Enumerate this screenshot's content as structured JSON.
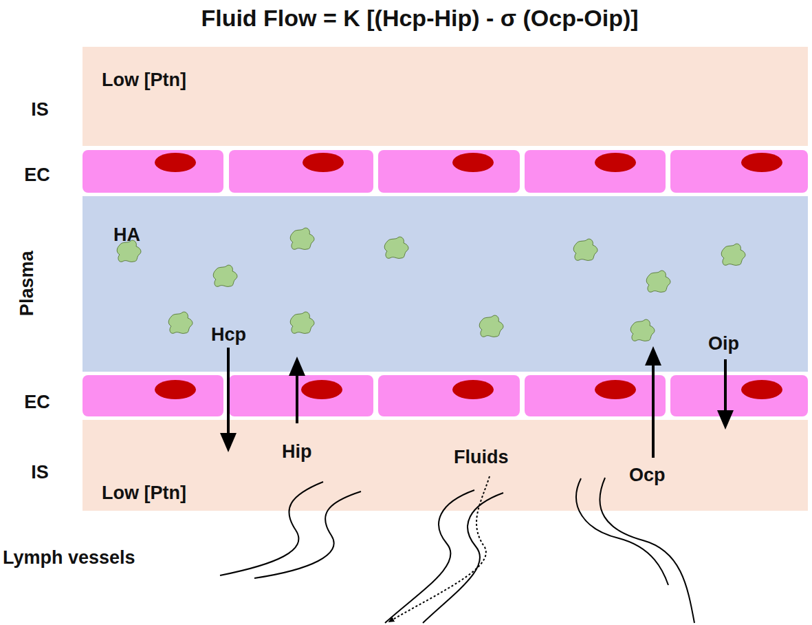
{
  "diagram": {
    "title": "Fluid Flow = K [(Hcp-Hip) - σ (Ocp-Oip)]",
    "nodes": [
      {
        "text": [
          "Low [Ptn]"
        ]
      },
      {
        "text": [
          "HA",
          "Hcp",
          "Oip"
        ]
      },
      {
        "text": [
          "Hip",
          "Fluids",
          "Ocp",
          "Low [Ptn]"
        ]
      }
    ],
    "labels": [
      "IS",
      "EC",
      "Plasma",
      "EC",
      "IS",
      "Lymph vessels"
    ]
  }
}
